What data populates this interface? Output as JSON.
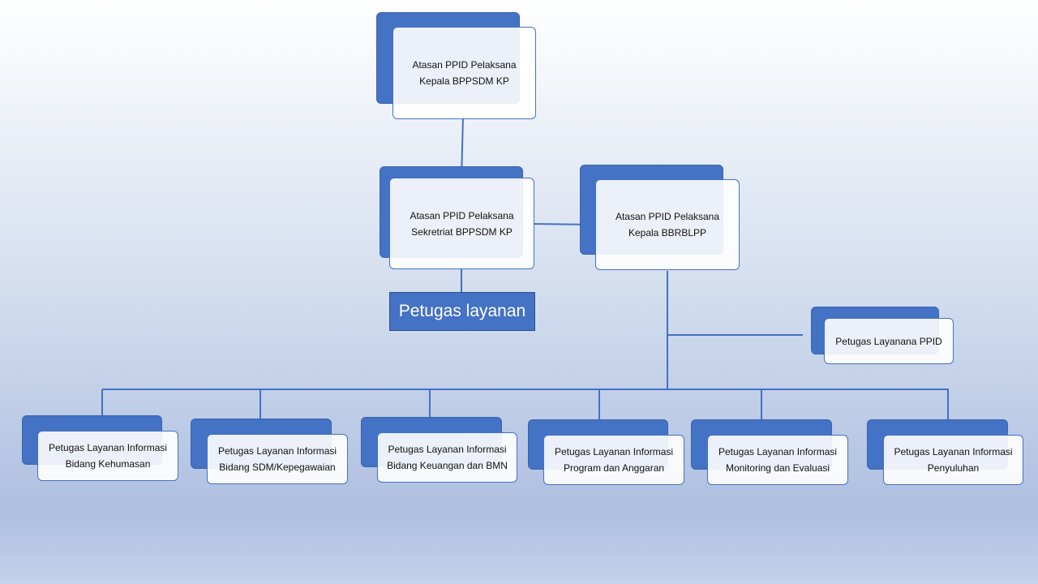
{
  "colors": {
    "accent": "#4472c4",
    "connector": "#4472c4",
    "card_face": "#ffffff"
  },
  "nodes": {
    "top": {
      "line1": "Atasan PPID Pelaksana",
      "line2": "Kepala BPPSDM KP"
    },
    "sekretariat": {
      "line1": "Atasan PPID Pelaksana",
      "line2": "Sekretriat BPPSDM KP"
    },
    "bbrblpp": {
      "line1": "Atasan PPID Pelaksana",
      "line2": "Kepala BBRBLPP"
    },
    "ppid": {
      "line1": "Petugas Layanana PPID"
    },
    "kehumasan": {
      "line1": "Petugas Layanan Informasi",
      "line2": "Bidang Kehumasan"
    },
    "sdm": {
      "line1": "Petugas Layanan Informasi",
      "line2": "Bidang SDM/Kepegawaian"
    },
    "keuangan": {
      "line1": "Petugas Layanan Informasi",
      "line2": "Bidang Keuangan dan BMN"
    },
    "program": {
      "line1": "Petugas Layanan Informasi",
      "line2": "Program dan Anggaran"
    },
    "monitoring": {
      "line1": "Petugas Layanan Informasi",
      "line2": "Monitoring dan Evaluasi"
    },
    "penyuluhan": {
      "line1": "Petugas Layanan Informasi",
      "line2": "Penyuluhan"
    }
  },
  "label_box": {
    "text": "Petugas layanan"
  }
}
